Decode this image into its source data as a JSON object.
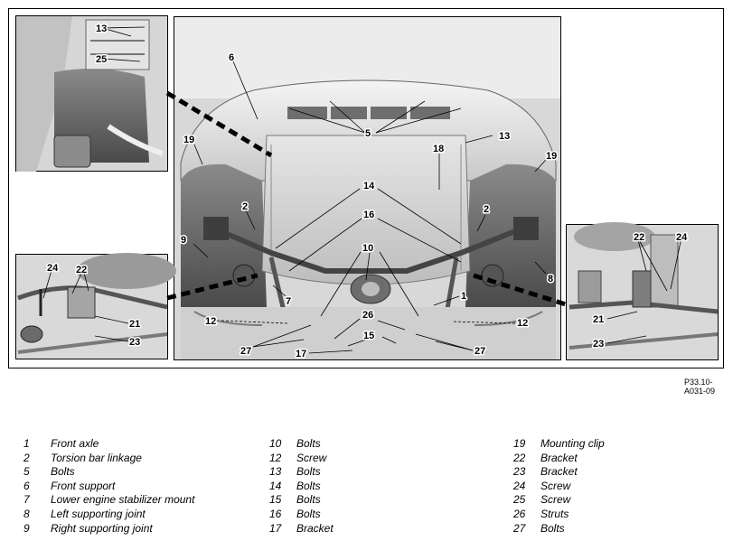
{
  "figure_ref": "P33.10-A031-09",
  "callouts": {
    "main": [
      "6",
      "5",
      "13",
      "18",
      "19",
      "19",
      "14",
      "2",
      "2",
      "16",
      "9",
      "10",
      "8",
      "1",
      "7",
      "12",
      "12",
      "26",
      "15",
      "27",
      "27",
      "17"
    ],
    "inset_top_left": [
      "13",
      "25"
    ],
    "inset_left": [
      "24",
      "22",
      "21",
      "23"
    ],
    "inset_right": [
      "22",
      "24",
      "21",
      "23"
    ]
  },
  "legend": [
    [
      {
        "num": "1",
        "label": "Front axle"
      },
      {
        "num": "2",
        "label": "Torsion bar linkage"
      },
      {
        "num": "5",
        "label": "Bolts"
      },
      {
        "num": "6",
        "label": "Front support"
      },
      {
        "num": "7",
        "label": "Lower engine stabilizer mount"
      },
      {
        "num": "8",
        "label": "Left supporting joint"
      },
      {
        "num": "9",
        "label": "Right supporting joint"
      }
    ],
    [
      {
        "num": "10",
        "label": "Bolts"
      },
      {
        "num": "12",
        "label": "Screw"
      },
      {
        "num": "13",
        "label": "Bolts"
      },
      {
        "num": "14",
        "label": "Bolts"
      },
      {
        "num": "15",
        "label": "Bolts"
      },
      {
        "num": "16",
        "label": "Bolts"
      },
      {
        "num": "17",
        "label": "Bracket"
      }
    ],
    [
      {
        "num": "19",
        "label": "Mounting clip"
      },
      {
        "num": "22",
        "label": "Bracket"
      },
      {
        "num": "23",
        "label": "Bracket"
      },
      {
        "num": "24",
        "label": "Screw"
      },
      {
        "num": "25",
        "label": "Screw"
      },
      {
        "num": "26",
        "label": "Struts"
      },
      {
        "num": "27",
        "label": "Bolts"
      }
    ]
  ]
}
